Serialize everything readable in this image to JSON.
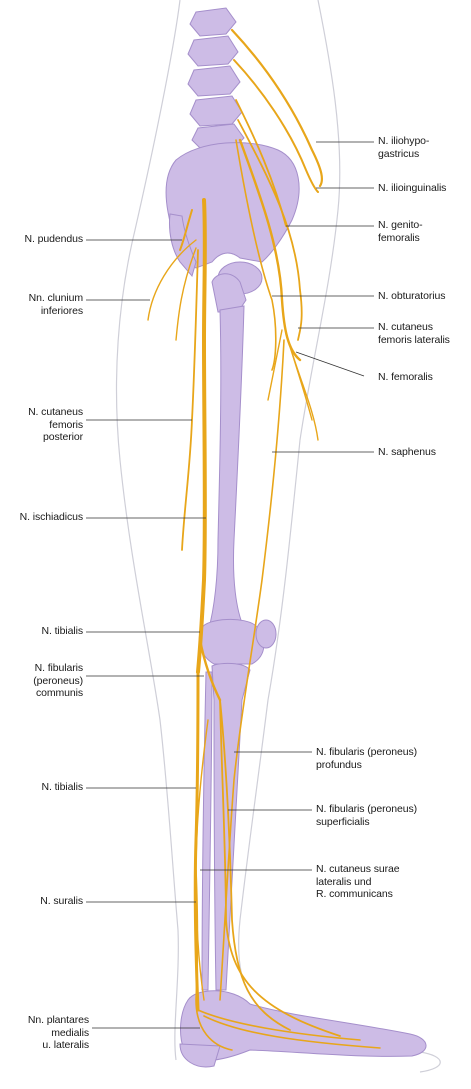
{
  "colors": {
    "bone": "#cdbce6",
    "bone_edge": "#a58fcb",
    "bone_shadow": "#b8a3d8",
    "nerve": "#e8a61a",
    "nerve_light": "#f2c24a",
    "outline": "#cfcfd8",
    "leader": "#333333"
  },
  "labels": {
    "pudendus": "N. pudendus",
    "clunium": "Nn. clunium\ninferiores",
    "cut_fem_post": "N. cutaneus\nfemoris\nposterior",
    "ischiadicus": "N. ischiadicus",
    "tibialis_1": "N. tibialis",
    "fibularis_comm": "N. fibularis\n(peroneus)\ncommunis",
    "tibialis_2": "N. tibialis",
    "suralis": "N. suralis",
    "plantares": "Nn. plantares\nmedialis\nu. lateralis",
    "iliohypo": "N. iliohypo-\ngastricus",
    "ilioinguinalis": "N. ilioinguinalis",
    "genitofemoralis": "N. genito-\nfemoralis",
    "obturatorius": "N. obturatorius",
    "cut_fem_lat": "N. cutaneus\nfemoris lateralis",
    "femoralis": "N. femoralis",
    "saphenus": "N. saphenus",
    "fib_prof": "N. fibularis (peroneus)\nprofundus",
    "fib_sup": "N. fibularis (peroneus)\nsuperficialis",
    "cut_surae": "N. cutaneus surae\nlateralis und\nR. communicans"
  }
}
